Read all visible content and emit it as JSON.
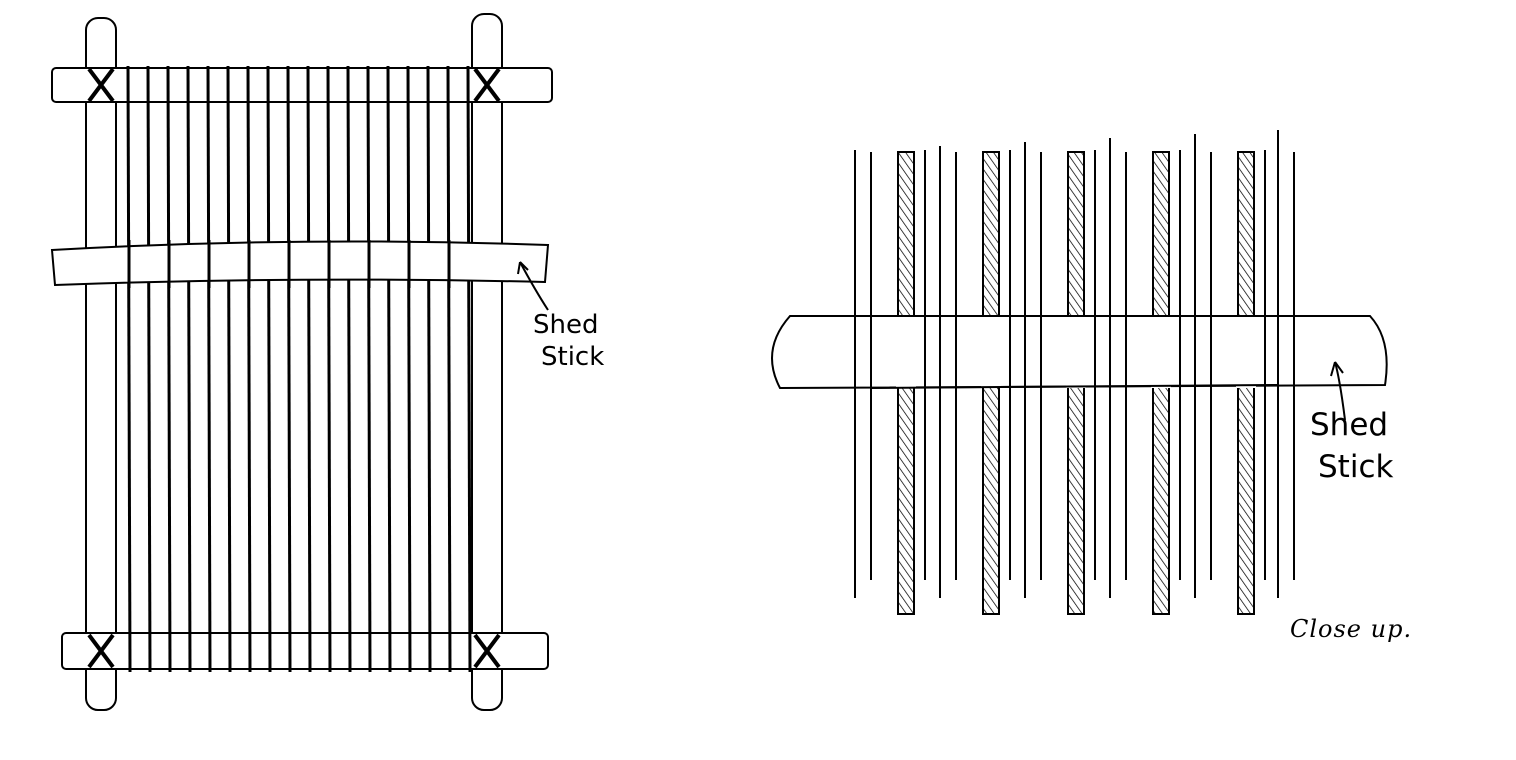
{
  "loom_label": {
    "line1": "Shed",
    "line2": "Stick"
  },
  "closeup_label": {
    "line1": "Shed",
    "line2": "Stick"
  },
  "closeup_caption": "Close up.",
  "colors": {
    "ink": "#000000",
    "paper": "#ffffff"
  }
}
